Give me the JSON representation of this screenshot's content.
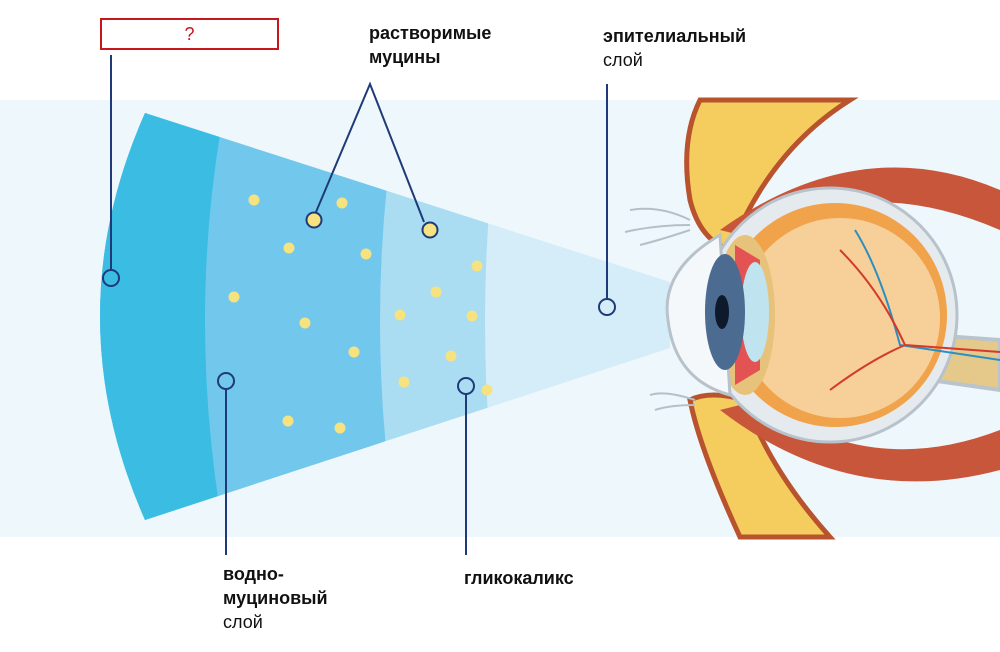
{
  "labels": {
    "unknown_layer": "?",
    "soluble_mucins": [
      "растворимые",
      "муцины"
    ],
    "epithelial_layer": {
      "bold": "эпителиальный",
      "normal": "слой"
    },
    "aqueous_mucin_layer": {
      "bold": [
        "водно-",
        "муциновый"
      ],
      "normal": "слой"
    },
    "glycocalyx": "гликокаликс"
  },
  "colors": {
    "background_band": "#eef7fb",
    "outer_layer": "#3bbde3",
    "aqueous_mucin": "#72c8ec",
    "glycocalyx": "#aadcf2",
    "epithelium": "#d4edf8",
    "mucin_dots": "#f6e27f",
    "leader_lines": "#1f3a78",
    "question_box": "#c8161d"
  }
}
